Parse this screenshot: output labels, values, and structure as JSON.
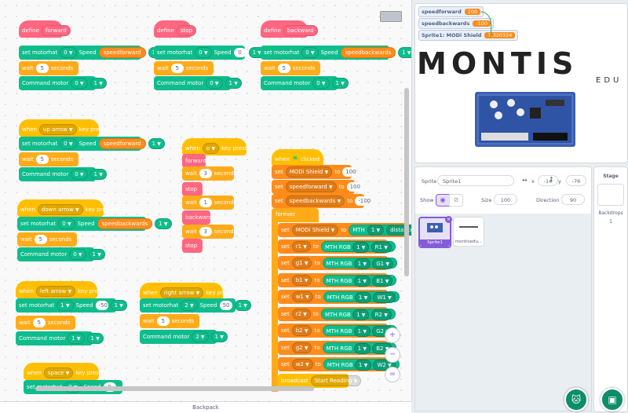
{
  "workspace": {
    "backpack_label": "Backpack",
    "zoom_in": "+",
    "zoom_out": "−",
    "zoom_reset": "="
  },
  "blocks": {
    "define": "define",
    "forward": "forward",
    "stop": "stop",
    "backward": "backward",
    "set_motorhat": "set motorhat",
    "speed": "Speed",
    "wait": "wait",
    "seconds": "seconds",
    "command_motor": "Command motor",
    "when": "when",
    "key_pressed": "key pressed",
    "clicked": "clicked",
    "set": "set",
    "to": "to",
    "forever": "forever",
    "broadcast": "broadcast",
    "speedforward": "speedforward",
    "speedbackwards": "speedbackwards",
    "modi_shield": "MODi Shield",
    "mth": "MTH",
    "mth_rgb": "MTH RGB",
    "distance": "distance",
    "start_reading": "Start Reading",
    "up_arrow": "up arrow",
    "down_arrow": "down arrow",
    "left_arrow": "left arrow",
    "right_arrow": "right arrow",
    "space": "space",
    "o_key": "o",
    "v0": "0",
    "v1": "1",
    "v2": "2",
    "v3": "3",
    "v5": "5",
    "v50": "50",
    "vm50": "-50",
    "v100": "100",
    "vm100": "-100",
    "r1": "r1",
    "g1": "g1",
    "b1": "b1",
    "w1": "w1",
    "r2": "r2",
    "b2": "b2",
    "g2": "g2",
    "w2": "w2",
    "R1": "R1",
    "G1": "G1",
    "B1": "B1",
    "W1": "W1",
    "R2": "R2",
    "G2": "G2",
    "B2": "B2",
    "W2": "W2"
  },
  "stage": {
    "monitors": [
      {
        "label": "speedforward",
        "value": "100"
      },
      {
        "label": "speedbackwards",
        "value": "-100"
      },
      {
        "label": "Sprite1: MODi Shield",
        "value": "7.320324"
      }
    ],
    "logo_text": "MONTIS",
    "logo_sub": "EDU"
  },
  "sprite_info": {
    "sprite_label": "Sprite",
    "sprite_name": "Sprite1",
    "x_label": "x",
    "x_value": "-14",
    "y_label": "y",
    "y_value": "-76",
    "show_label": "Show",
    "size_label": "Size",
    "size_value": "100",
    "direction_label": "Direction",
    "direction_value": "90"
  },
  "sprites": [
    {
      "name": "Sprite1"
    },
    {
      "name": "montisedu..."
    }
  ],
  "stage_panel": {
    "title": "Stage",
    "backdrops_label": "Backdrops",
    "backdrops_count": "1"
  },
  "colors": {
    "motion": "#0fbd8c",
    "control": "#ffab19",
    "events": "#ffbf00",
    "define": "#ff6680",
    "variables": "#ff8c1a",
    "accent": "#855cd6"
  }
}
